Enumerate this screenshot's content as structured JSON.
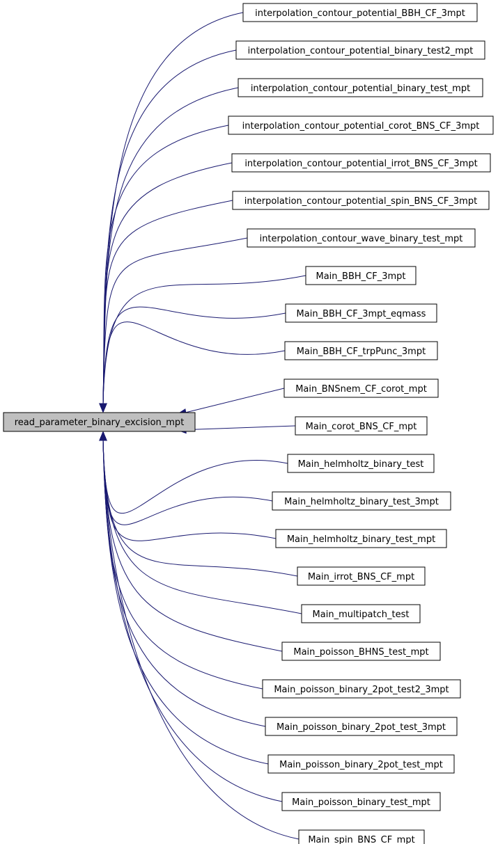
{
  "colors": {
    "edge": "#191970",
    "root_fill": "#bfbfbf",
    "node_fill": "#ffffff",
    "border": "#000000"
  },
  "root": {
    "label": "read_parameter_binary_excision_mpt"
  },
  "callers": [
    {
      "label": "interpolation_contour_potential_BBH_CF_3mpt"
    },
    {
      "label": "interpolation_contour_potential_binary_test2_mpt"
    },
    {
      "label": "interpolation_contour_potential_binary_test_mpt"
    },
    {
      "label": "interpolation_contour_potential_corot_BNS_CF_3mpt"
    },
    {
      "label": "interpolation_contour_potential_irrot_BNS_CF_3mpt"
    },
    {
      "label": "interpolation_contour_potential_spin_BNS_CF_3mpt"
    },
    {
      "label": "interpolation_contour_wave_binary_test_mpt"
    },
    {
      "label": "Main_BBH_CF_3mpt"
    },
    {
      "label": "Main_BBH_CF_3mpt_eqmass"
    },
    {
      "label": "Main_BBH_CF_trpPunc_3mpt"
    },
    {
      "label": "Main_BNSnem_CF_corot_mpt"
    },
    {
      "label": "Main_corot_BNS_CF_mpt"
    },
    {
      "label": "Main_helmholtz_binary_test"
    },
    {
      "label": "Main_helmholtz_binary_test_3mpt"
    },
    {
      "label": "Main_helmholtz_binary_test_mpt"
    },
    {
      "label": "Main_irrot_BNS_CF_mpt"
    },
    {
      "label": "Main_multipatch_test"
    },
    {
      "label": "Main_poisson_BHNS_test_mpt"
    },
    {
      "label": "Main_poisson_binary_2pot_test2_3mpt"
    },
    {
      "label": "Main_poisson_binary_2pot_test_3mpt"
    },
    {
      "label": "Main_poisson_binary_2pot_test_mpt"
    },
    {
      "label": "Main_poisson_binary_test_mpt"
    },
    {
      "label": "Main_spin_BNS_CF_mpt"
    }
  ]
}
